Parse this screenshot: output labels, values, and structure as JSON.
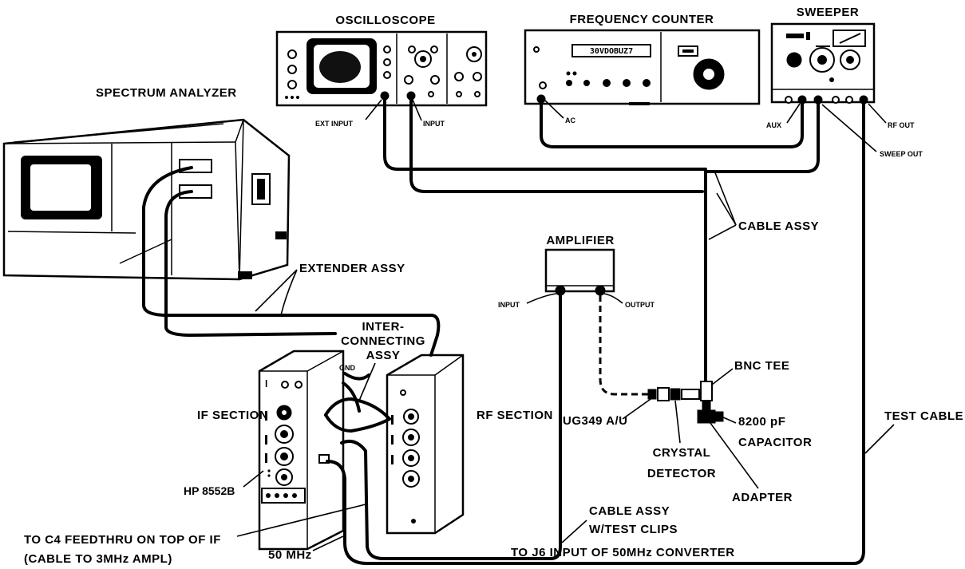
{
  "instruments": {
    "oscilloscope": "OSCILLOSCOPE",
    "frequency_counter": "FREQUENCY COUNTER",
    "sweeper": "SWEEPER",
    "spectrum_analyzer": "SPECTRUM ANALYZER",
    "amplifier": "AMPLIFIER"
  },
  "counter_display": "30VDOBUZ7",
  "ports": {
    "ext_input": "EXT INPUT",
    "input": "INPUT",
    "ac": "AC",
    "aux": "AUX",
    "rf_out": "RF OUT",
    "sweep_out": "SWEEP OUT",
    "amp_input": "INPUT",
    "amp_output": "OUTPUT",
    "gnd": "GND"
  },
  "labels": {
    "cable_assy": "CABLE ASSY",
    "extender_assy": "EXTENDER ASSY",
    "interconnecting_line1": "INTER-",
    "interconnecting_line2": "CONNECTING",
    "interconnecting_line3": "ASSY",
    "if_section": "IF SECTION",
    "rf_section": "RF SECTION",
    "bnc_tee": "BNC TEE",
    "capacitor_line1": "8200 pF",
    "capacitor_line2": "CAPACITOR",
    "test_cable": "TEST CABLE",
    "ug349": "UG349 A/U",
    "crystal_line1": "CRYSTAL",
    "crystal_line2": "DETECTOR",
    "adapter": "ADAPTER",
    "hp_model": "HP 8552B",
    "cable_clips_line1": "CABLE ASSY",
    "cable_clips_line2": "W/TEST CLIPS",
    "feedthru_line1": "TO C4 FEEDTHRU ON TOP OF IF",
    "feedthru_line2": "(CABLE TO 3MHz AMPL)",
    "fifty_mhz": "50 MHz",
    "to_j6": "TO J6 INPUT OF 50MHz CONVERTER"
  }
}
